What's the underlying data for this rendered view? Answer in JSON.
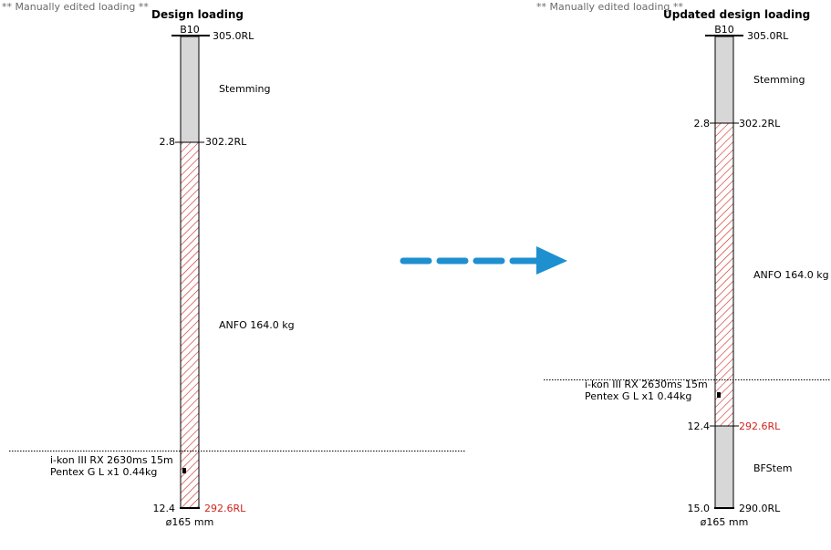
{
  "colors": {
    "stemming": "#d7d7d7",
    "charge_hatch": "#d0241c",
    "red_label": "#d0241c",
    "arrow": "#1e90d0",
    "outline": "#000000",
    "note_text": "#6a6a6a"
  },
  "left": {
    "note": "** Manually edited loading **",
    "title": "Design loading",
    "hole_id": "B10",
    "collar_rl": "305.0RL",
    "stemming_label": "Stemming",
    "interface_depth": "2.8",
    "interface_rl": "302.2RL",
    "charge_label": "ANFO  164.0 kg",
    "primer_line1": "i-kon III RX 2630ms 15m",
    "primer_line2": "Pentex G L x1 0.44kg",
    "bottom_depth": "12.4",
    "bottom_rl": "292.6RL",
    "diameter": "ø165 mm"
  },
  "right": {
    "note": "** Manually edited loading **",
    "title": "Updated design loading",
    "hole_id": "B10",
    "collar_rl": "305.0RL",
    "stemming_label": "Stemming",
    "interface_depth": "2.8",
    "interface_rl": "302.2RL",
    "charge_label": "ANFO  164.0 kg",
    "primer_line1": "i-kon III RX 2630ms 15m",
    "primer_line2": "Pentex G L x1 0.44kg",
    "charge_bottom_depth": "12.4",
    "charge_bottom_rl": "292.6RL",
    "bottom_stem_label": "BFStem",
    "bottom_depth": "15.0",
    "bottom_rl": "290.0RL",
    "diameter": "ø165 mm"
  },
  "arrow_icon": "dashed-right-arrow-icon"
}
